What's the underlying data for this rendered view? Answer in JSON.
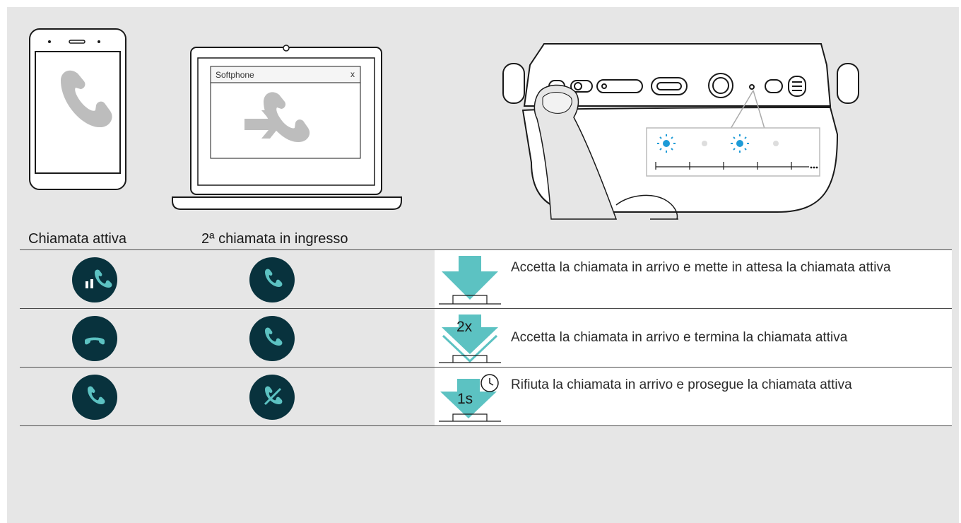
{
  "illustration": {
    "softphone_title": "Softphone",
    "softphone_close": "x"
  },
  "table": {
    "headers": [
      "Chiamata attiva",
      "2ª chiamata in ingresso"
    ],
    "rows": [
      {
        "active_icon": "call-hold-icon",
        "incoming_icon": "call-incoming-icon",
        "press": "single-press",
        "press_label": "",
        "description": "Accetta la chiamata in arrivo e mette in attesa la chiamata attiva"
      },
      {
        "active_icon": "call-end-icon",
        "incoming_icon": "call-incoming-icon",
        "press": "double-press",
        "press_label": "2x",
        "description": "Accetta la chiamata in arrivo e termina la chiamata attiva"
      },
      {
        "active_icon": "call-active-icon",
        "incoming_icon": "call-reject-icon",
        "press": "long-press",
        "press_label": "1s",
        "description": "Rifiuta la chiamata in arrivo e prosegue la chiamata attiva"
      }
    ]
  },
  "colors": {
    "icon_circle": "#08323d",
    "accent_teal": "#5cc2c2",
    "led_blue": "#1e9bd7",
    "panel_bg": "#e6e6e6"
  }
}
